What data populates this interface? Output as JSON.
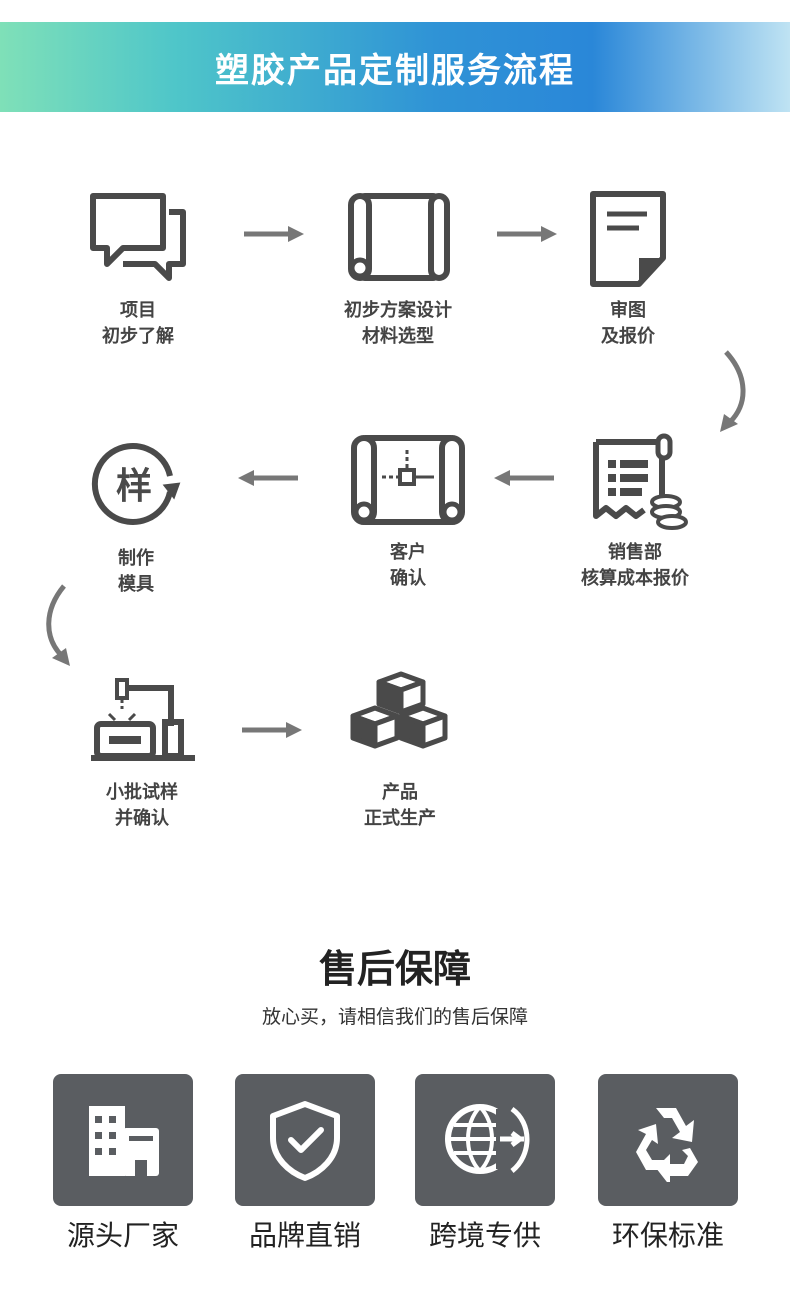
{
  "banner": {
    "title": "塑胶产品定制服务流程"
  },
  "steps": [
    {
      "line1": "项目",
      "line2": "初步了解",
      "icon": "chat-icon"
    },
    {
      "line1": "初步方案设计",
      "line2": "材料选型",
      "icon": "scroll-icon"
    },
    {
      "line1": "审图",
      "line2": "及报价",
      "icon": "document-icon"
    },
    {
      "line1": "销售部",
      "line2": "核算成本报价",
      "icon": "receipt-coins-icon"
    },
    {
      "line1": "客户",
      "line2": "确认",
      "icon": "blueprint-icon"
    },
    {
      "line1": "制作",
      "line2": "模具",
      "icon": "sample-cycle-icon",
      "badge": "样"
    },
    {
      "line1": "小批试样",
      "line2": "并确认",
      "icon": "robot-arm-icon"
    },
    {
      "line1": "产品",
      "line2": "正式生产",
      "icon": "boxes-icon"
    }
  ],
  "after_sales": {
    "title": "售后保障",
    "subtitle": "放心买，请相信我们的售后保障",
    "items": [
      {
        "label": "源头厂家",
        "icon": "factory-building-icon"
      },
      {
        "label": "品牌直销",
        "icon": "shield-check-icon"
      },
      {
        "label": "跨境专供",
        "icon": "globe-plane-icon"
      },
      {
        "label": "环保标准",
        "icon": "recycle-icon"
      }
    ]
  },
  "colors": {
    "icon_stroke": "#4a4a4a",
    "arrow": "#777777",
    "card_bg": "#5a5d61"
  }
}
